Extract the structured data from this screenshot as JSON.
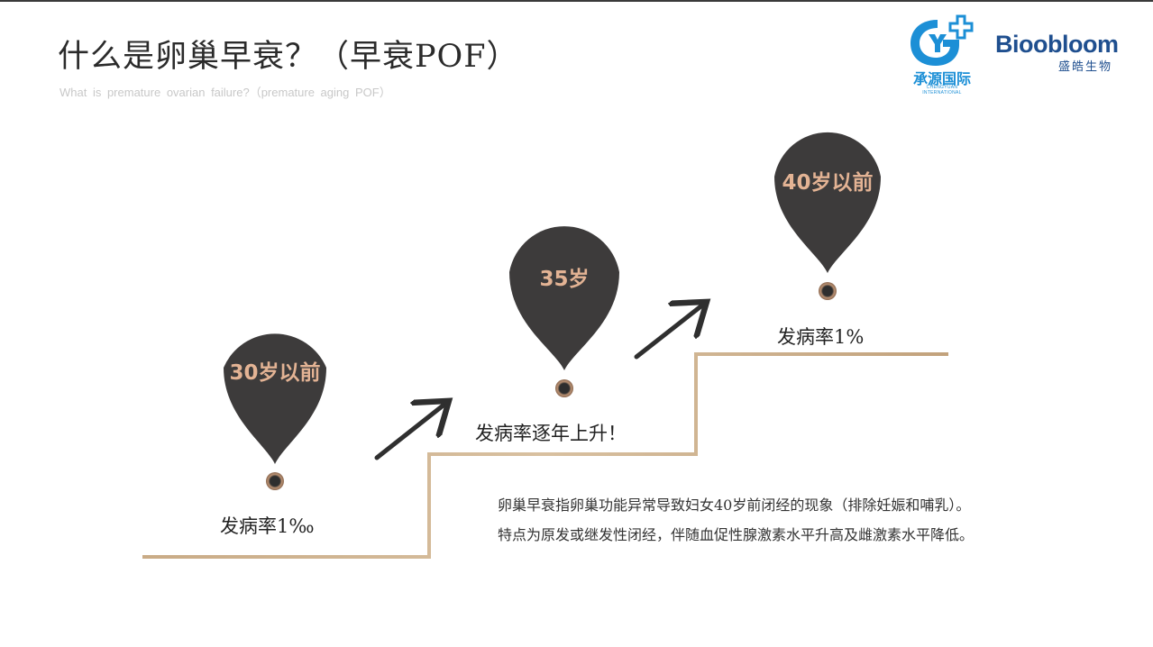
{
  "header": {
    "title": "什么是卵巢早衰？（早衰POF）",
    "subtitle": "What is premature ovarian failure?（premature aging POF）"
  },
  "logos": {
    "chengyuan": {
      "name": "承源国际",
      "sub": "CHENGYUAN INTERNATIONAL"
    },
    "biobloom": {
      "name": "Bioobloom",
      "sub": "盛皓生物"
    }
  },
  "stages": [
    {
      "pin_label": "30岁以前",
      "rate": "发病率1‰"
    },
    {
      "pin_label": "35岁",
      "rate": "发病率逐年上升！"
    },
    {
      "pin_label": "40岁以前",
      "rate": "发病率1%"
    }
  ],
  "description": "卵巢早衰指卵巢功能异常导致妇女40岁前闭经的现象（排除妊娠和哺乳）。特点为原发或继发性闭经，伴随血促性腺激素水平升高及雌激素水平降低。",
  "colors": {
    "pin": "#3d3b3b",
    "pin_label": "#e3b394",
    "step_line": "#c9ab86",
    "arrow": "#2f2f2f",
    "brand_blue": "#1c8fd6",
    "brand_navy": "#1f4f8f"
  }
}
